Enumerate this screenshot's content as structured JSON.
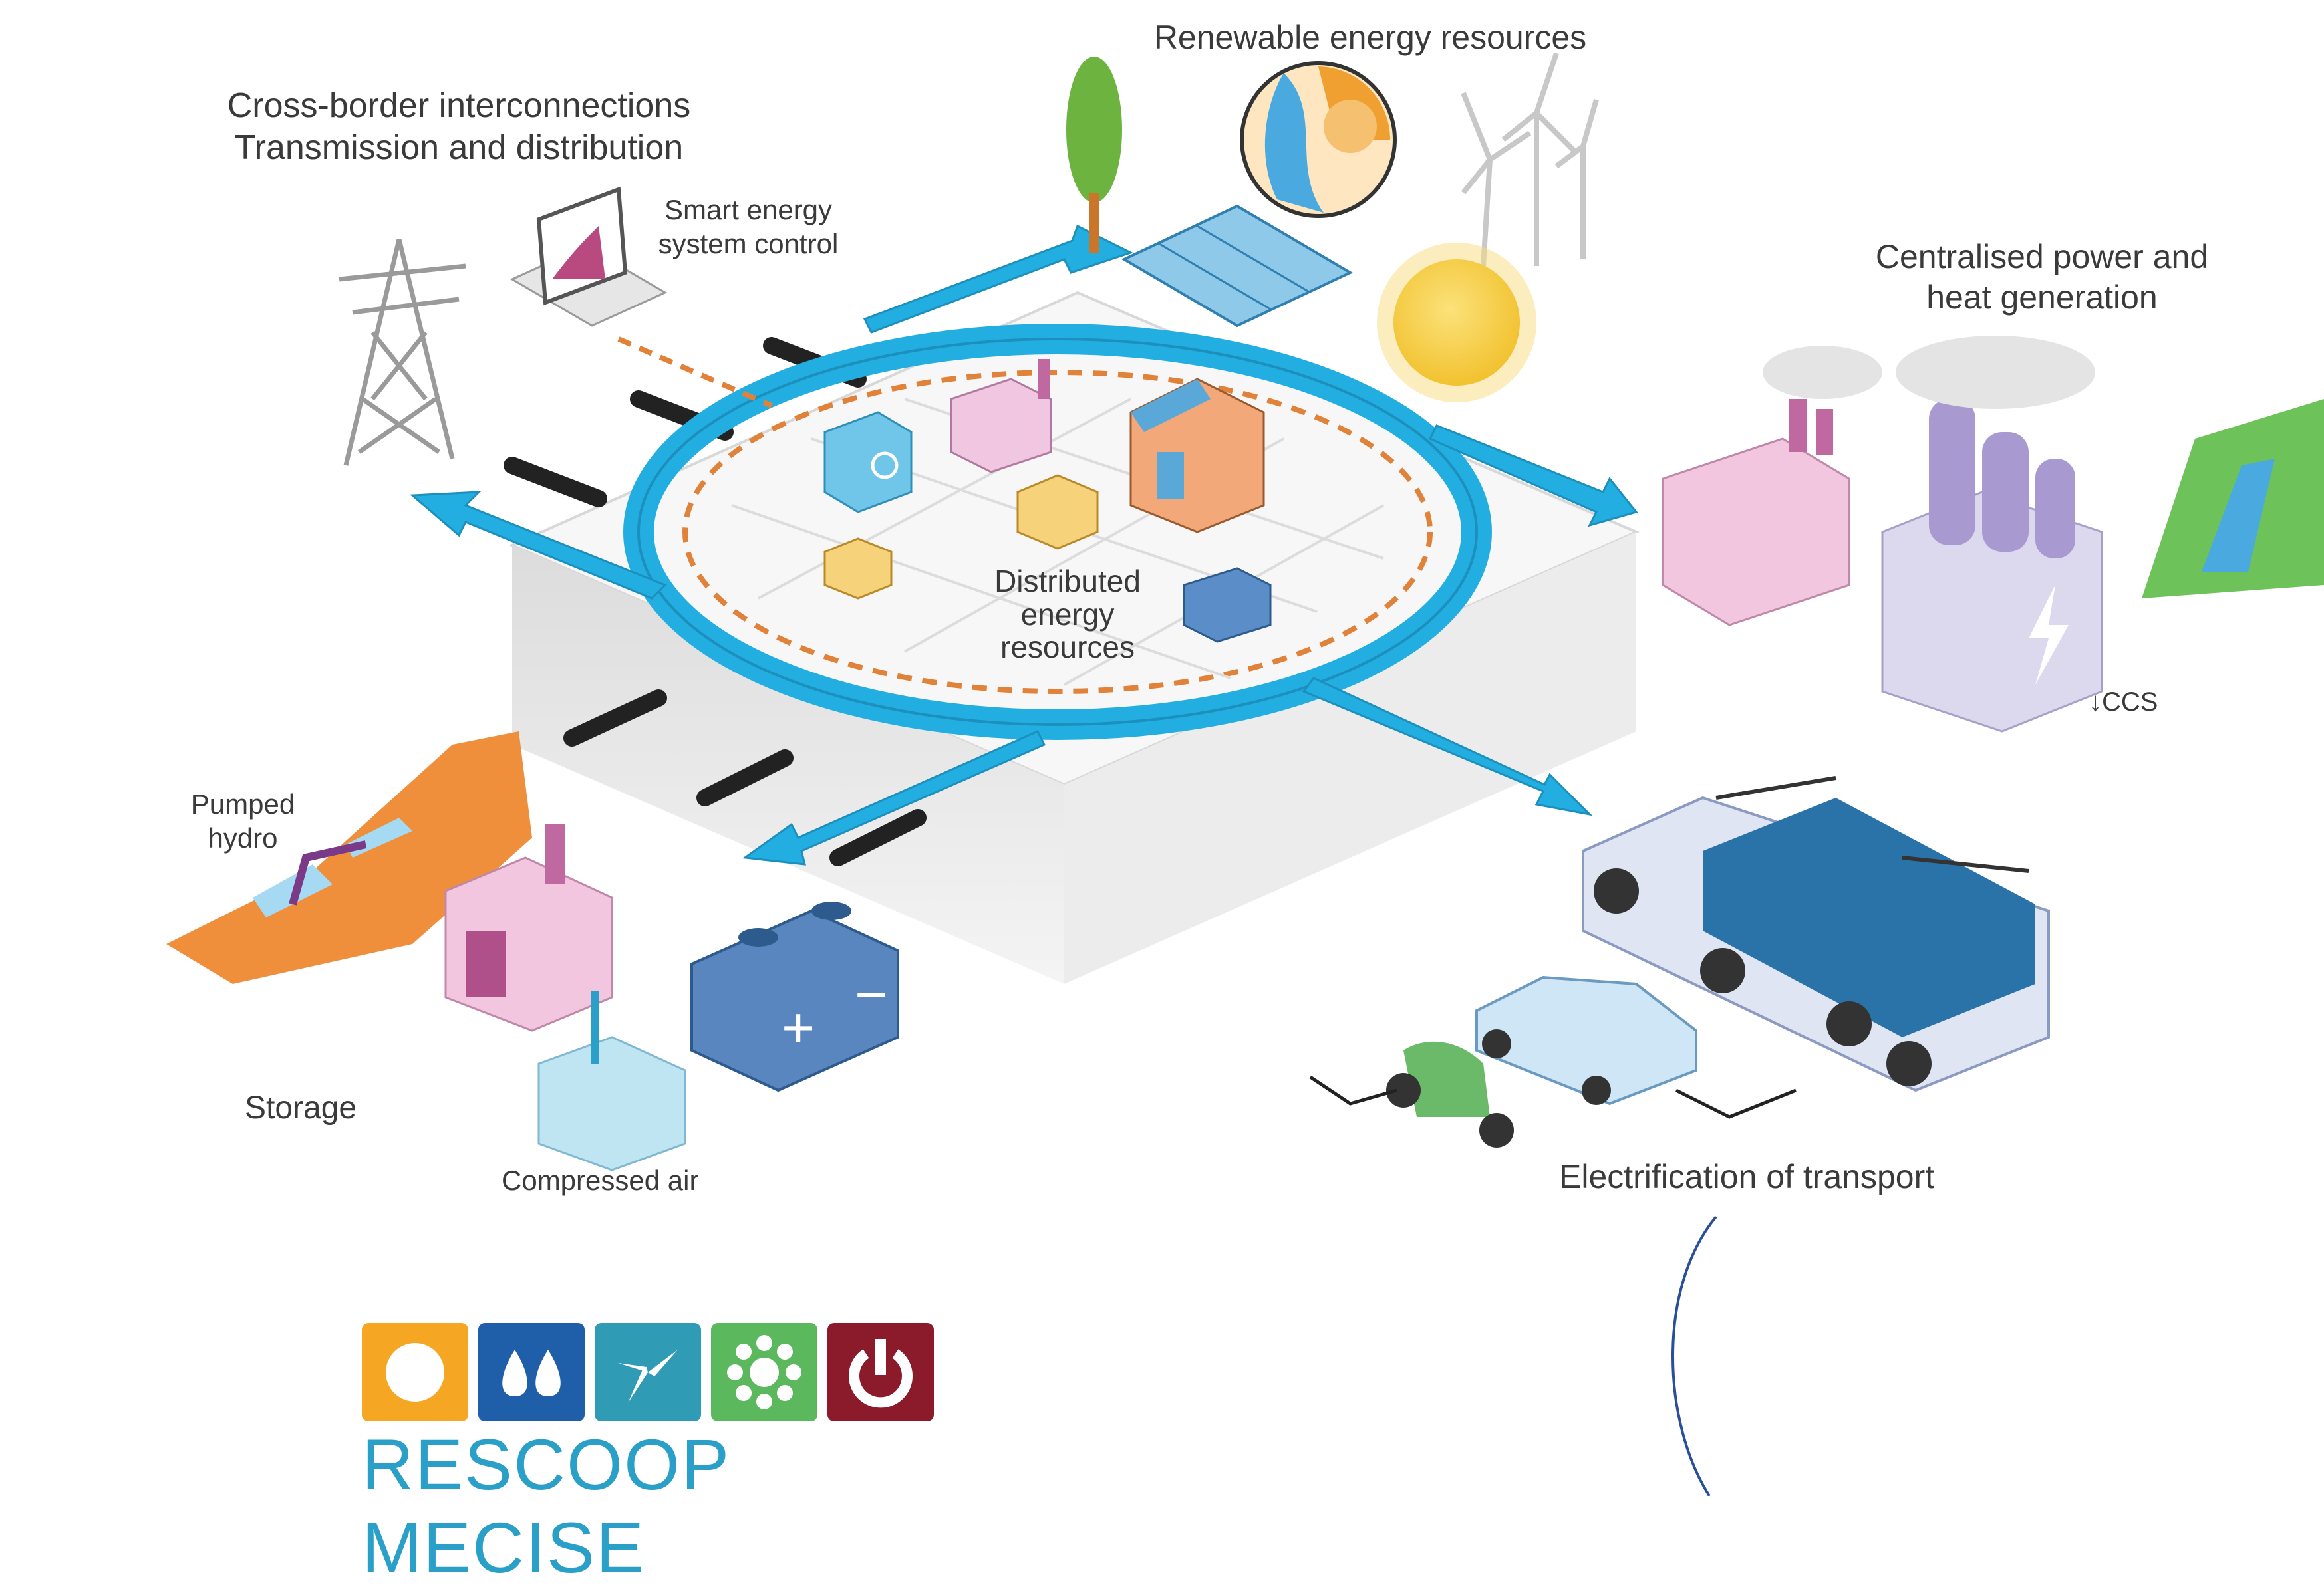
{
  "labels": {
    "renewable": "Renewable energy resources",
    "cross_border_1": "Cross-border interconnections",
    "cross_border_2": "Transmission and distribution",
    "smart_1": "Smart energy",
    "smart_2": "system control",
    "centralised_1": "Centralised power and",
    "centralised_2": "heat generation",
    "der_1": "Distributed",
    "der_2": "energy",
    "der_3": "resources",
    "ccs": "CCS",
    "pumped_1": "Pumped",
    "pumped_2": "hydro",
    "storage": "Storage",
    "compressed_air": "Compressed air",
    "transport": "Electrification of transport"
  },
  "logo": {
    "text": "RESCOOP MECISE",
    "tiles": [
      {
        "name": "sun",
        "color": "#f5a623"
      },
      {
        "name": "water",
        "color": "#1f5ea8"
      },
      {
        "name": "wind",
        "color": "#2f9bb5"
      },
      {
        "name": "biomass",
        "color": "#5cb85c"
      },
      {
        "name": "power",
        "color": "#8b1a2b"
      }
    ]
  },
  "colors": {
    "flow_ring": "#22aee0",
    "dashed_grid": "#e0823a",
    "platform": "#e9e9e9",
    "text": "#3a3a3a"
  }
}
